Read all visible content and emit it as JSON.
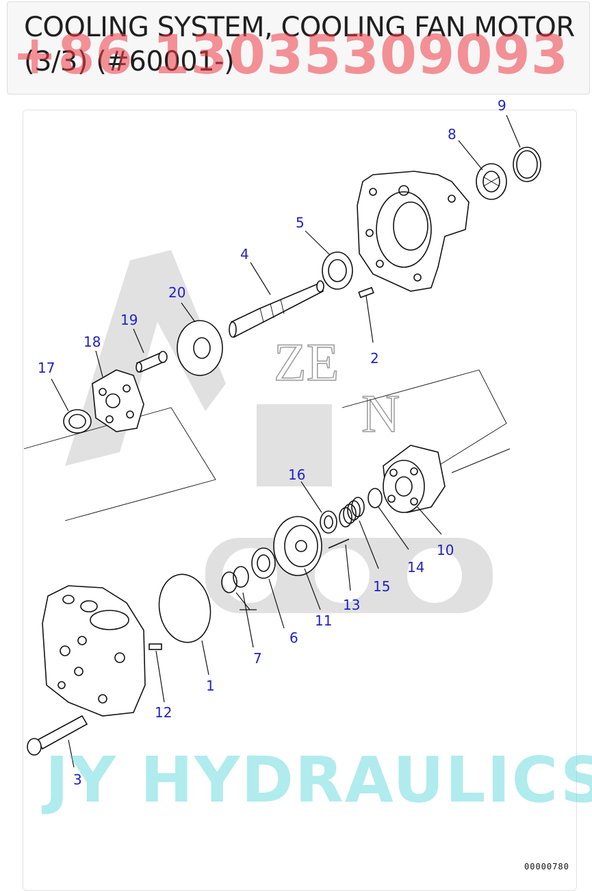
{
  "header": {
    "title": "COOLING SYSTEM, COOLING FAN MOTOR (3/3) (#60001-)",
    "phone_watermark": "+86 13035309093"
  },
  "diagram": {
    "callouts": [
      "1",
      "2",
      "3",
      "4",
      "5",
      "6",
      "7",
      "8",
      "9",
      "10",
      "11",
      "12",
      "13",
      "14",
      "15",
      "16",
      "17",
      "18",
      "19",
      "20"
    ],
    "logo_letters": [
      "ZE",
      "N"
    ],
    "brand_watermark": "JY HYDRAULICS",
    "diagram_id": "00000780"
  },
  "colors": {
    "callout": "#2020c8",
    "phone_watermark": "#f03c46",
    "brand_watermark": "#50d2d7"
  }
}
